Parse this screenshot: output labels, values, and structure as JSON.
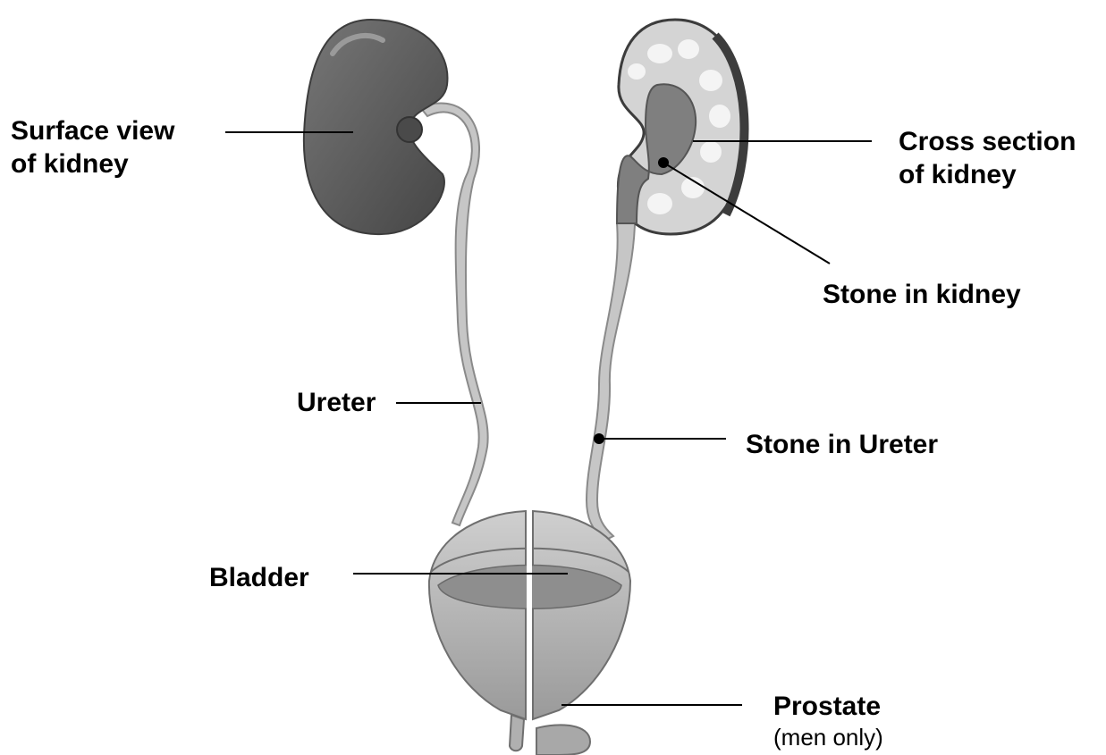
{
  "labels": {
    "surface_view": [
      "Surface view",
      "of kidney"
    ],
    "cross_section": [
      "Cross section",
      "of kidney"
    ],
    "stone_in_kidney": "Stone in kidney",
    "ureter": "Ureter",
    "stone_in_ureter": "Stone in Ureter",
    "bladder": "Bladder",
    "prostate": "Prostate",
    "prostate_note": "(men only)"
  },
  "colors": {
    "kidney_surface": "#5a5a5a",
    "kidney_cortex": "#d4d4d4",
    "kidney_pelvis": "#7f7f7f",
    "ureter": "#c6c6c6",
    "bladder": "#b8b8b8",
    "leader_line": "#000000"
  }
}
